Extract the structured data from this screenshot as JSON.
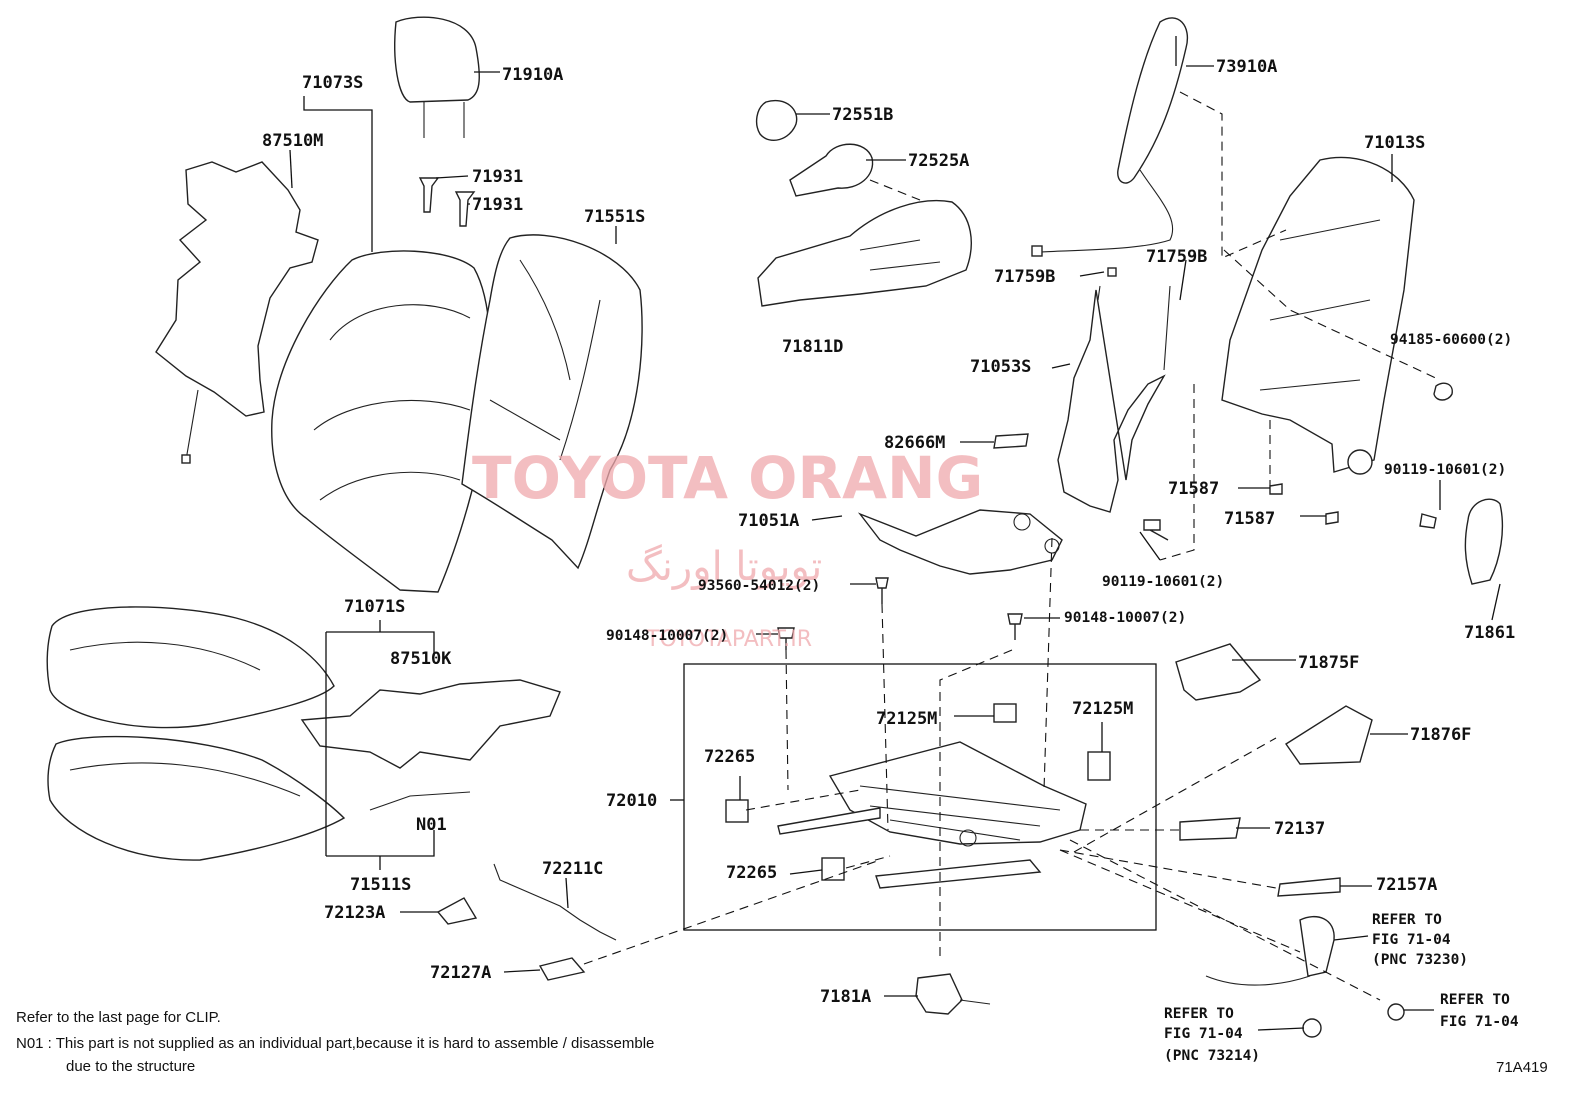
{
  "labels": {
    "p71910A": "71910A",
    "p71073S": "71073S",
    "p87510M": "87510M",
    "p71931a": "71931",
    "p71931b": "71931",
    "p71551S": "71551S",
    "p72551B": "72551B",
    "p72525A": "72525A",
    "p71811D": "71811D",
    "p73910A": "73910A",
    "p71013S": "71013S",
    "p71759B_a": "71759B",
    "p71759B_b": "71759B",
    "p71053S": "71053S",
    "p94185": "94185-60600(2)",
    "p82666M": "82666M",
    "p71051A": "71051A",
    "p71587a": "71587",
    "p71587b": "71587",
    "p90119_a": "90119-10601(2)",
    "p90119_b": "90119-10601(2)",
    "p93560": "93560-54012(2)",
    "p90148_a": "90148-10007(2)",
    "p90148_b": "90148-10007(2)",
    "p71861": "71861",
    "p71071S": "71071S",
    "p87510K": "87510K",
    "p71875F": "71875F",
    "p72125M_a": "72125M",
    "p72125M_b": "72125M",
    "p71876F": "71876F",
    "p72265_a": "72265",
    "p72265_b": "72265",
    "p72010": "72010",
    "pN01": "N01",
    "p71511S": "71511S",
    "p72137": "72137",
    "p72211C": "72211C",
    "p72123A": "72123A",
    "p72157A": "72157A",
    "p72127A": "72127A",
    "p7181A": "7181A"
  },
  "refers": {
    "r1_line1": "REFER TO",
    "r1_line2": "FIG 71-04",
    "r1_line3": "(PNC 73230)",
    "r2_line1": "REFER TO",
    "r2_line2": "FIG 71-04",
    "r3_line1": "REFER TO",
    "r3_line2": "FIG 71-04",
    "r3_line3": "(PNC 73214)"
  },
  "notes": {
    "clip": "Refer to the last page for CLIP.",
    "n01_line1": "N01 : This part is not supplied as an individual part,because it is hard to assemble / disassemble",
    "n01_line2": "due to the structure"
  },
  "figure_id": "71A419",
  "watermark": {
    "brand": "TOYOTA ORANG",
    "persian": "تویوتا اورنگ",
    "url": "TOYOTAPART.IR",
    "color": "#f0a9ad"
  }
}
